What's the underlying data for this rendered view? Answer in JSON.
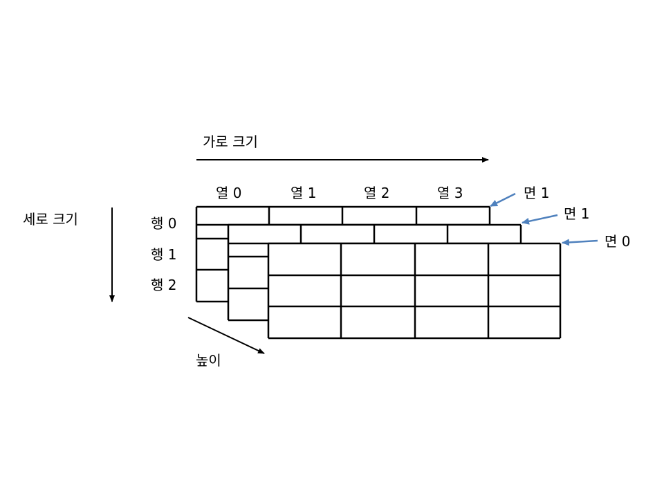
{
  "labels": {
    "width_label": "가로 크기",
    "height_label": "세로 크기",
    "depth_label": "높이",
    "columns": [
      "열 0",
      "열 1",
      "열 2",
      "열 3"
    ],
    "rows": [
      "행 0",
      "행 1",
      "행 2"
    ],
    "planes": [
      "면 1",
      "면 1",
      "면 0"
    ]
  },
  "colors": {
    "line": "#000000",
    "pointer_arrow": "#4f81bd",
    "background": "#ffffff"
  }
}
